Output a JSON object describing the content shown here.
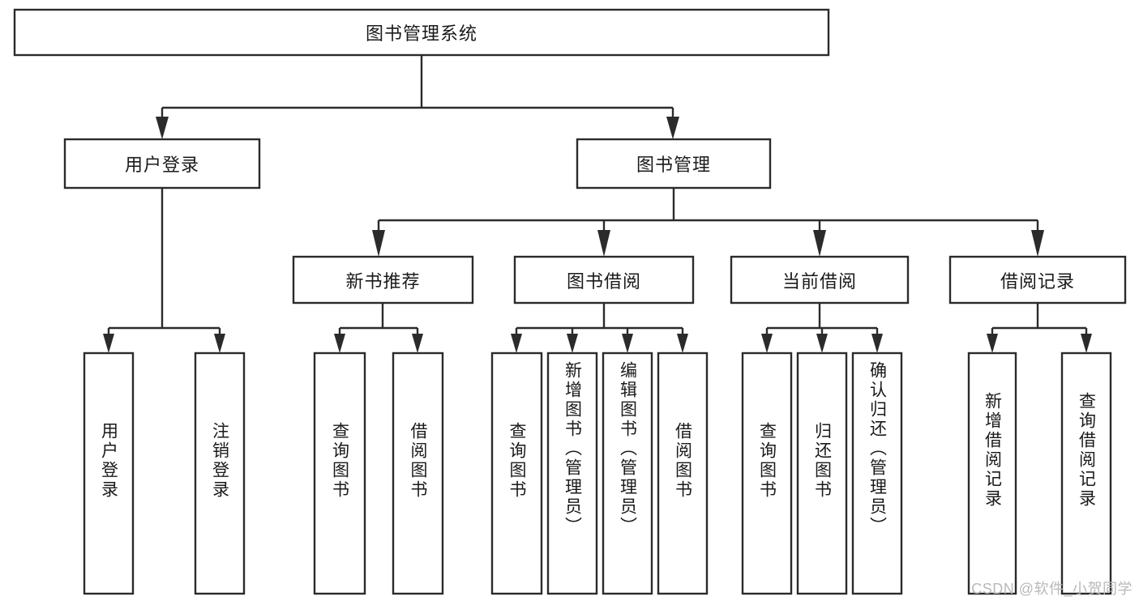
{
  "diagram": {
    "type": "tree-hierarchy-chart",
    "title": "图书管理系统",
    "background_color": "#ffffff",
    "line_color": "#2b2b2b",
    "text_color": "#1a1a1a",
    "watermark": "CSDN @软件_小贺同学",
    "nodes": {
      "root": {
        "label": "图书管理系统",
        "orientation": "horizontal"
      },
      "level1": [
        {
          "id": "user-login",
          "label": "用户登录",
          "orientation": "horizontal"
        },
        {
          "id": "book-manage",
          "label": "图书管理",
          "orientation": "horizontal"
        }
      ],
      "level2": [
        {
          "id": "new-book-recommend",
          "label": "新书推荐",
          "orientation": "horizontal",
          "parent": "book-manage"
        },
        {
          "id": "book-borrow",
          "label": "图书借阅",
          "orientation": "horizontal",
          "parent": "book-manage"
        },
        {
          "id": "current-borrow",
          "label": "当前借阅",
          "orientation": "horizontal",
          "parent": "book-manage"
        },
        {
          "id": "borrow-record",
          "label": "借阅记录",
          "orientation": "horizontal",
          "parent": "book-manage"
        }
      ],
      "leaves": [
        {
          "id": "leaf-user-login",
          "label": "用户登录",
          "orientation": "vertical",
          "parent": "user-login"
        },
        {
          "id": "leaf-logout-login",
          "label": "注销登录",
          "orientation": "vertical",
          "parent": "user-login"
        },
        {
          "id": "leaf-query-book-1",
          "label": "查询图书",
          "orientation": "vertical",
          "parent": "new-book-recommend"
        },
        {
          "id": "leaf-borrow-book-1",
          "label": "借阅图书",
          "orientation": "vertical",
          "parent": "new-book-recommend"
        },
        {
          "id": "leaf-query-book-2",
          "label": "查询图书",
          "orientation": "vertical",
          "parent": "book-borrow"
        },
        {
          "id": "leaf-add-book",
          "label": "新增图书（管理员）",
          "orientation": "vertical",
          "parent": "book-borrow"
        },
        {
          "id": "leaf-edit-book",
          "label": "编辑图书（管理员）",
          "orientation": "vertical",
          "parent": "book-borrow"
        },
        {
          "id": "leaf-borrow-book-2",
          "label": "借阅图书",
          "orientation": "vertical",
          "parent": "book-borrow"
        },
        {
          "id": "leaf-query-book-3",
          "label": "查询图书",
          "orientation": "vertical",
          "parent": "current-borrow"
        },
        {
          "id": "leaf-return-book",
          "label": "归还图书",
          "orientation": "vertical",
          "parent": "current-borrow"
        },
        {
          "id": "leaf-confirm-return",
          "label": "确认归还（管理员）",
          "orientation": "vertical",
          "parent": "current-borrow"
        },
        {
          "id": "leaf-add-record",
          "label": "新增借阅记录",
          "orientation": "vertical",
          "parent": "borrow-record"
        },
        {
          "id": "leaf-query-record",
          "label": "查询借阅记录",
          "orientation": "vertical",
          "parent": "borrow-record"
        }
      ]
    }
  }
}
